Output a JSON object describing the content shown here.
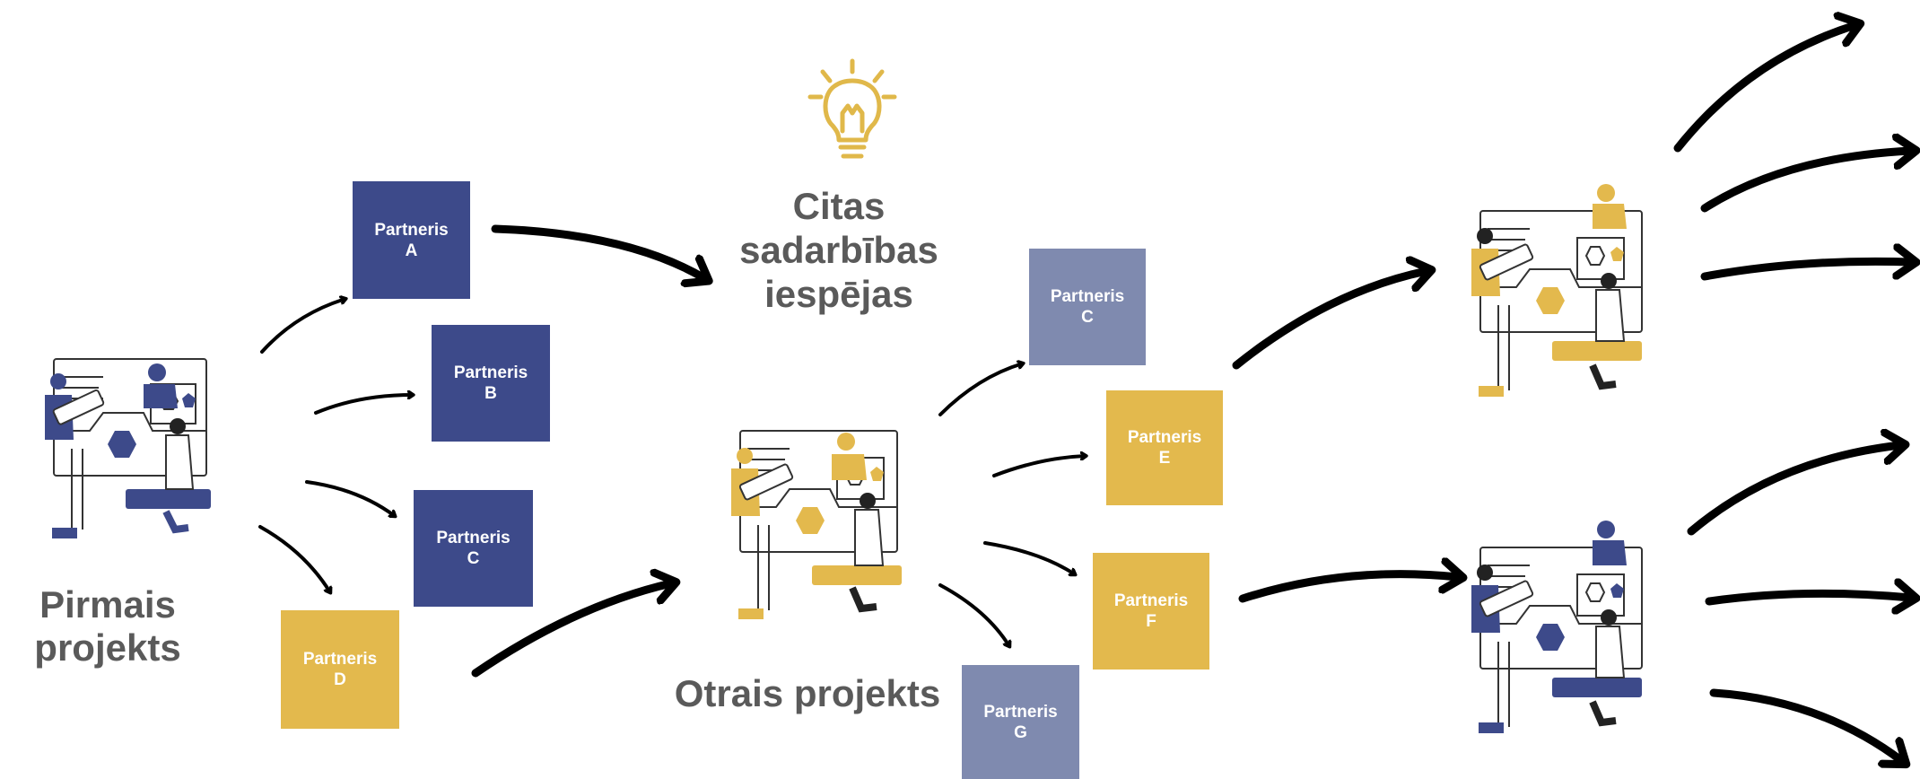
{
  "colors": {
    "navy": "#3d4a8a",
    "slate": "#7f8aaf",
    "gold": "#e3b94d",
    "arrow": "#000000",
    "label_text": "#5a5a5a",
    "bulb": "#e0b84a"
  },
  "labels": {
    "first_project": [
      "Pirmais",
      "projekts"
    ],
    "second_project": "Otrais projekts",
    "other_opportunities": [
      "Citas",
      "sadarbības",
      "iespējas"
    ]
  },
  "partners": {
    "a": [
      "Partneris",
      "A"
    ],
    "b": [
      "Partneris",
      "B"
    ],
    "c1": [
      "Partneris",
      "C"
    ],
    "d": [
      "Partneris",
      "D"
    ],
    "c2": [
      "Partneris",
      "C"
    ],
    "e": [
      "Partneris",
      "E"
    ],
    "f": [
      "Partneris",
      "F"
    ],
    "g": [
      "Partneris",
      "G"
    ]
  },
  "icons": {
    "idea": "lightbulb-icon",
    "team": "team-collaboration-illustration"
  }
}
